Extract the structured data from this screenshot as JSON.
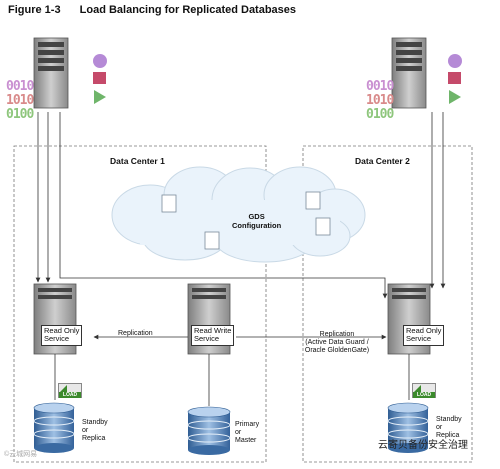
{
  "figure": {
    "number": "Figure 1-3",
    "title": "Load Balancing for Replicated Databases"
  },
  "data_centers": [
    {
      "id": "dc1",
      "label": "Data Center 1"
    },
    {
      "id": "dc2",
      "label": "Data Center 2"
    }
  ],
  "cloud": {
    "label_line1": "GDS",
    "label_line2": "Configuration"
  },
  "binary": {
    "line1": "0010",
    "line2": "1010",
    "line3": "0100"
  },
  "services": {
    "read_only_left_line1": "Read Only",
    "read_only_left_line2": "Service",
    "read_write_line1": "Read Write",
    "read_write_line2": "Service",
    "read_only_right_line1": "Read Only",
    "read_only_right_line2": "Service"
  },
  "connections": {
    "replication_left": "Replication",
    "replication_right_line1": "Replication",
    "replication_right_line2": "(Active Data Guard /",
    "replication_right_line3": "Oracle GloldenGate)"
  },
  "load_badge": "LOAD",
  "databases": {
    "left_line1": "Standby",
    "left_line2": "or",
    "left_line3": "Replica",
    "middle_line1": "Primary",
    "middle_line2": "or",
    "middle_line3": "Master",
    "right_line1": "Standby",
    "right_line2": "or",
    "right_line3": "Replica"
  },
  "watermarks": {
    "left": "©云城网易",
    "right": "云寄贝备份安全治理"
  },
  "colors": {
    "server_body": "#9a9a9a",
    "cloud_fill": "#eaf3fb",
    "cloud_stroke": "#c9d9e6",
    "db_fill": "#5a86b8",
    "shape_purple": "#b58ad6",
    "shape_red": "#c54a6a",
    "shape_green": "#6fb56a"
  }
}
